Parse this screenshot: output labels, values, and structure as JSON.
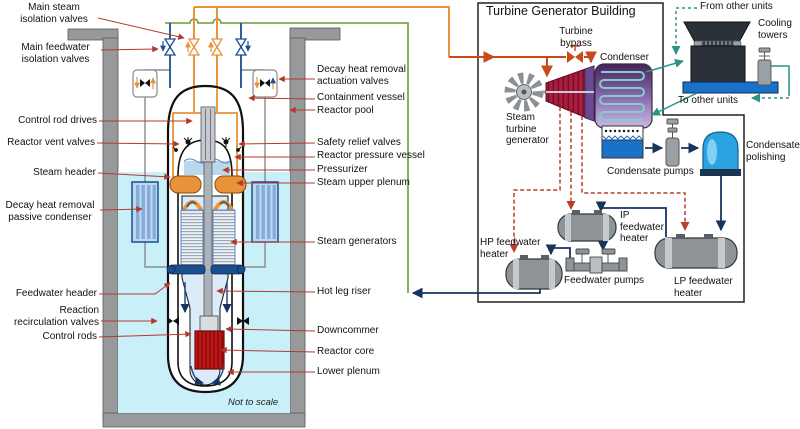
{
  "labels": {
    "main_steam_iv": "Main steam\nisolation valves",
    "main_feedwater_iv": "Main feedwater\nisolation valves",
    "control_rod_drives": "Control rod drives",
    "reactor_vent_valves": "Reactor vent valves",
    "steam_header": "Steam header",
    "dhr_passive_condenser": "Decay heat removal\npassive condenser",
    "feedwater_header": "Feedwater header",
    "reaction_recirc_valves": "Reaction\nrecirculation valves",
    "control_rods": "Control rods",
    "dhr_actuation_valves": "Decay heat removal\nactuation valves",
    "containment_vessel": "Containment vessel",
    "reactor_pool": "Reactor pool",
    "safety_relief_valves": "Safety relief valves",
    "reactor_pressure_vessel": "Reactor pressure vessel",
    "pressurizer": "Pressurizer",
    "steam_upper_plenum": "Steam upper plenum",
    "steam_generators": "Steam generators",
    "hot_leg_riser": "Hot leg riser",
    "downcommer": "Downcommer",
    "reactor_core": "Reactor core",
    "lower_plenum": "Lower plenum",
    "not_to_scale": "Not to scale",
    "building_title": "Turbine Generator Building",
    "turbine_bypass": "Turbine\nbypass",
    "condenser": "Condenser",
    "steam_turbine_generator": "Steam\nturbine\ngenerator",
    "condensate_pumps": "Condensate pumps",
    "condensate_polishing": "Condensate\npolishing",
    "hp_feedwater_heater": "HP feedwater\nheater",
    "ip_feedwater_heater": "IP\nfeedwater\nheater",
    "feedwater_pumps": "Feedwater pumps",
    "lp_feedwater_heater": "LP feedwater\nheater",
    "from_other_units": "From other units",
    "cooling_towers": "Cooling\ntowers",
    "to_other_units": "To other units"
  },
  "colors": {
    "steam_line_orange": "#e8923a",
    "main_steam_hot": "#c8491a",
    "feedwater_line_green": "#6b9a3c",
    "condensate_line_navy": "#16355e",
    "cooling_water_teal": "#2a9488",
    "extraction_steam_red": "#b5412a",
    "leader_line_red": "#b23b2e",
    "reactor_core_red": "#c41414",
    "pool_water_cyan": "#c9eff8",
    "condenser_purple": "#5a3a7a",
    "equipment_gray": "#8e9498"
  }
}
